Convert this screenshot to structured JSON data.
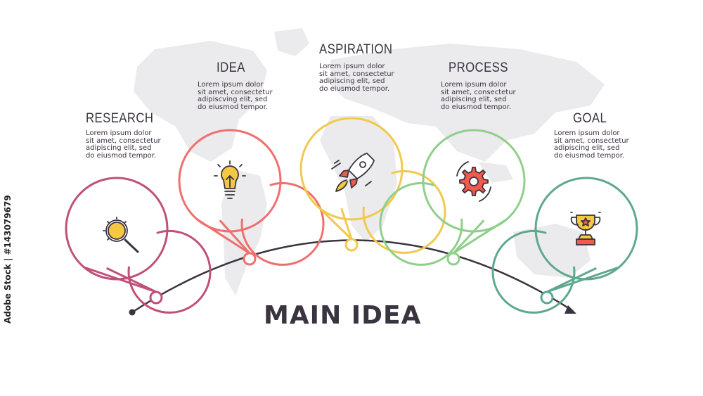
{
  "main_idea": "MAIN IDEA",
  "side_label": "Adobe Stock | #143079679",
  "steps": [
    {
      "title": "RESEARCH",
      "lines": [
        "Lorem ipsum dolor",
        "sit amet, consectetur",
        "adipiscing elit, sed",
        "do eiusmod tempor."
      ],
      "color": "#c0507a",
      "icon": "magnifier-gear-icon"
    },
    {
      "title": "IDEA",
      "lines": [
        "Lorem ipsum dolor",
        "sit amet, consectetur",
        "adipiscving elit, sed",
        "do eiusmod tempor."
      ],
      "color": "#ef6f6c",
      "icon": "light-bulb-icon"
    },
    {
      "title": "ASPIRATION",
      "lines": [
        "Lorem ipsum dolor",
        "sit amet, consectetur",
        "adipiscing elit, sed",
        "do eiusmod tempor."
      ],
      "color": "#f2c94c",
      "icon": "rocket-icon"
    },
    {
      "title": "PROCESS",
      "lines": [
        "Lorem ipsum dolor",
        "sit amet, consectetur",
        "adipiscing elit, sed",
        "do eiusmod tempor."
      ],
      "color": "#8fcf8a",
      "icon": "gear-icon"
    },
    {
      "title": "GOAL",
      "lines": [
        "Lorem ipsum dolor",
        "sit amet, consectetur",
        "adipiscing elit, sed",
        "do eiusmod tempor."
      ],
      "color": "#5ea88e",
      "icon": "trophy-icon"
    }
  ],
  "colors": {
    "text": "#3a3340",
    "arc": "#3a3340",
    "map": "#e9e9eb",
    "icon_yellow": "#f5c842",
    "icon_red": "#ef5b4c"
  }
}
